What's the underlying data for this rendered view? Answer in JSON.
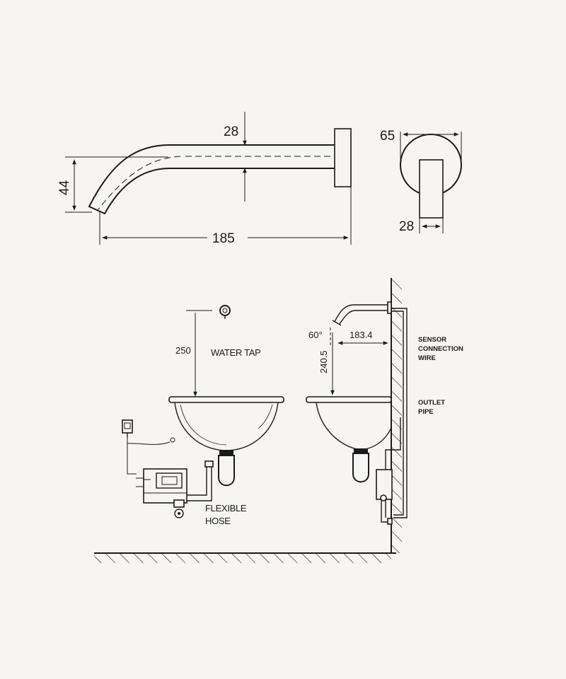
{
  "dimensions": {
    "spout_height": "44",
    "spout_diameter": "28",
    "spout_length": "185",
    "plate_diameter": "65",
    "plate_stem_width": "28",
    "tap_height": "250",
    "wall_angle": "60°",
    "wall_projection": "183.4",
    "wall_height": "240.5"
  },
  "labels": {
    "water_tap": "WATER TAP",
    "flexible": "FLEXIBLE",
    "hose": "HOSE",
    "sensor_1": "SENSOR",
    "sensor_2": "CONNECTION",
    "sensor_3": "WIRE",
    "outlet_1": "OUTLET",
    "outlet_2": "PIPE"
  }
}
